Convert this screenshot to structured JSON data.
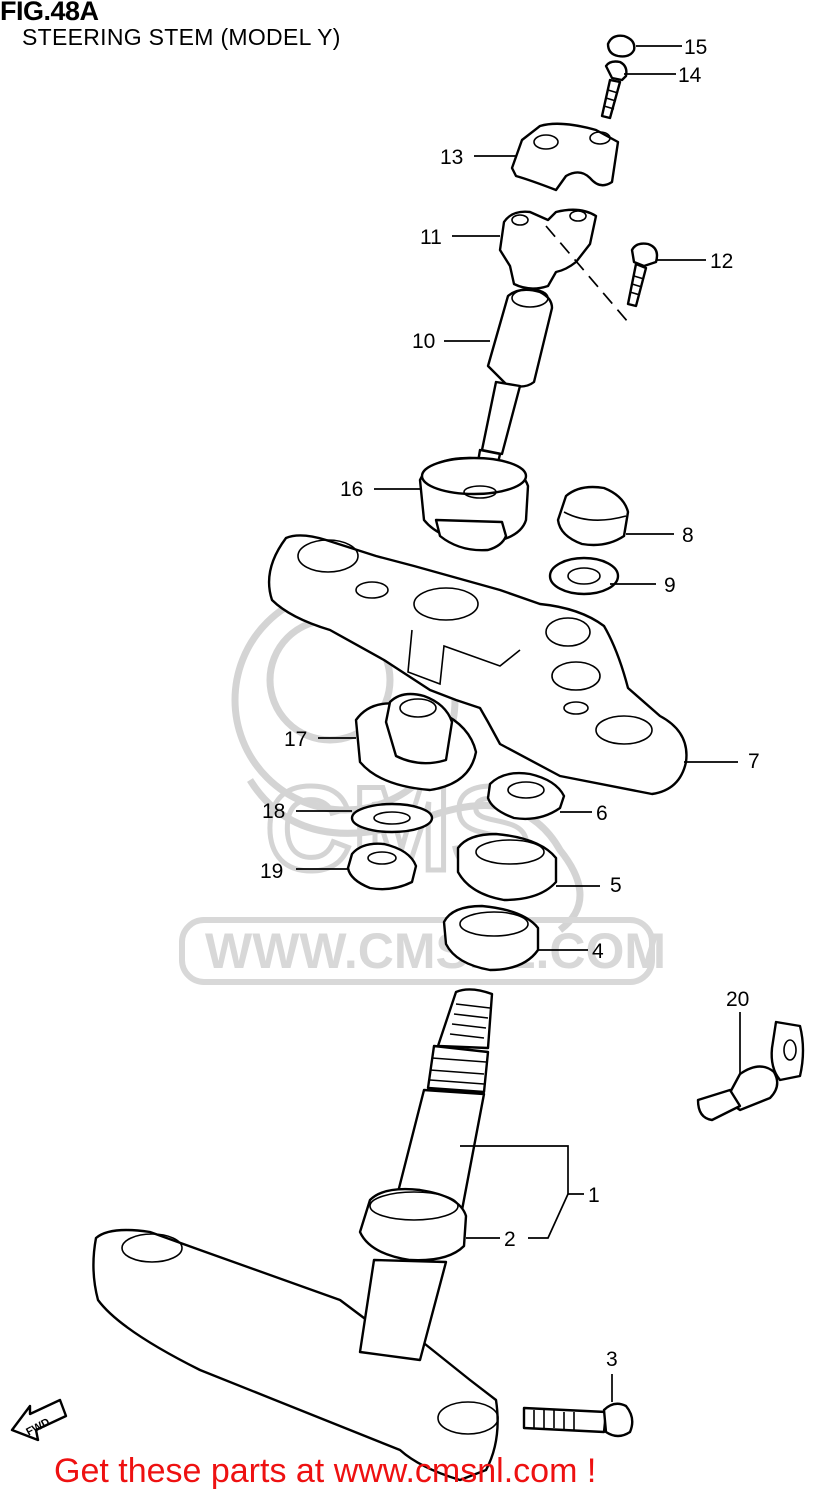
{
  "figure": {
    "title": "FIG.48A",
    "subtitle": "STEERING STEM (MODEL Y)"
  },
  "watermark": {
    "text": "WWW.CMSNL.COM",
    "logo": "CMS"
  },
  "callouts": [
    "1",
    "2",
    "3",
    "4",
    "5",
    "6",
    "7",
    "8",
    "9",
    "10",
    "11",
    "12",
    "13",
    "14",
    "15",
    "16",
    "17",
    "18",
    "19",
    "20"
  ],
  "fwd_label": "FWD",
  "footer": {
    "cta": "Get these parts at www.cmsnl.com !",
    "cta_color": "#ee1111"
  }
}
